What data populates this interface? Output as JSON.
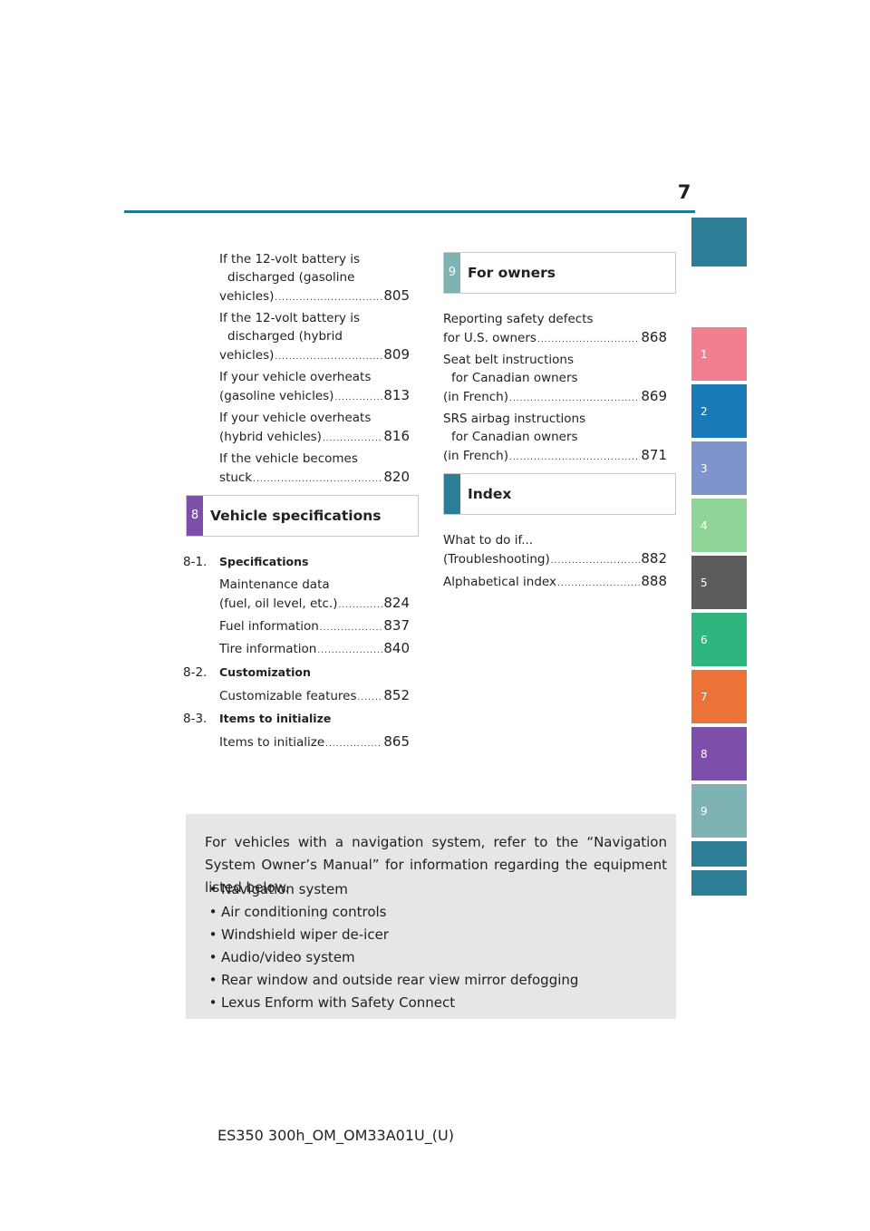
{
  "page_number": "7",
  "footer": "ES350 300h_OM_OM33A01U_(U)",
  "side_tabs": [
    "",
    "1",
    "2",
    "3",
    "4",
    "5",
    "6",
    "7",
    "8",
    "9",
    "",
    ""
  ],
  "side_tab_colors": [
    "#2e7d96",
    "#f27f8f",
    "#1a7ab8",
    "#7f93cc",
    "#8fd597",
    "#5c5c5c",
    "#2fb67e",
    "#ec7238",
    "#7d4fab",
    "#7fb3b3",
    "#2e7d96",
    "#2e7d96"
  ],
  "left_top_entries": [
    {
      "lines": [
        "If the 12-volt battery is",
        "discharged (gasoline",
        "vehicles)"
      ],
      "page": "805"
    },
    {
      "lines": [
        "If the 12-volt battery is",
        "discharged (hybrid",
        "vehicles)"
      ],
      "page": "809"
    },
    {
      "lines": [
        "If your vehicle overheats",
        "(gasoline vehicles)"
      ],
      "page": "813"
    },
    {
      "lines": [
        "If your vehicle overheats",
        "(hybrid vehicles)"
      ],
      "page": "816"
    },
    {
      "lines": [
        "If the vehicle becomes",
        "stuck"
      ],
      "page": "820"
    }
  ],
  "section8": {
    "num": "8",
    "title": "Vehicle specifications",
    "color": "#7d4fab",
    "subsections": [
      {
        "code": "8-1.",
        "name": "Specifications",
        "entries": [
          {
            "lines": [
              "Maintenance data",
              "(fuel, oil level, etc.)"
            ],
            "page": "824"
          },
          {
            "lines": [
              "Fuel information"
            ],
            "page": "837"
          },
          {
            "lines": [
              "Tire information"
            ],
            "page": "840"
          }
        ]
      },
      {
        "code": "8-2.",
        "name": "Customization",
        "entries": [
          {
            "lines": [
              "Customizable features"
            ],
            "page": "852"
          }
        ]
      },
      {
        "code": "8-3.",
        "name": "Items to initialize",
        "entries": [
          {
            "lines": [
              "Items to initialize"
            ],
            "page": "865"
          }
        ]
      }
    ]
  },
  "section9": {
    "num": "9",
    "title": "For owners",
    "color": "#7fb3b3",
    "entries": [
      {
        "lines": [
          "Reporting safety defects",
          "for U.S. owners"
        ],
        "page": "868"
      },
      {
        "lines": [
          "Seat belt instructions",
          "for Canadian owners",
          "(in French)"
        ],
        "page": "869"
      },
      {
        "lines": [
          "SRS airbag instructions",
          "for Canadian owners",
          "(in French)"
        ],
        "page": "871"
      }
    ]
  },
  "index": {
    "num": "",
    "title": "Index",
    "color": "#2e7d96",
    "entries": [
      {
        "lines": [
          "What to do if...",
          "(Troubleshooting)"
        ],
        "page": "882"
      },
      {
        "lines": [
          "Alphabetical index"
        ],
        "page": "888"
      }
    ]
  },
  "notice": {
    "text": "For vehicles with a navigation system, refer to the “Navigation System Owner’s Manual” for information regarding the equipment listed below.",
    "bullet": "•",
    "items": [
      "Navigation system",
      "Air conditioning controls",
      "Windshield wiper de-icer",
      "Audio/video system",
      "Rear window and outside rear view mirror defogging",
      "Lexus Enform with Safety Connect"
    ]
  }
}
